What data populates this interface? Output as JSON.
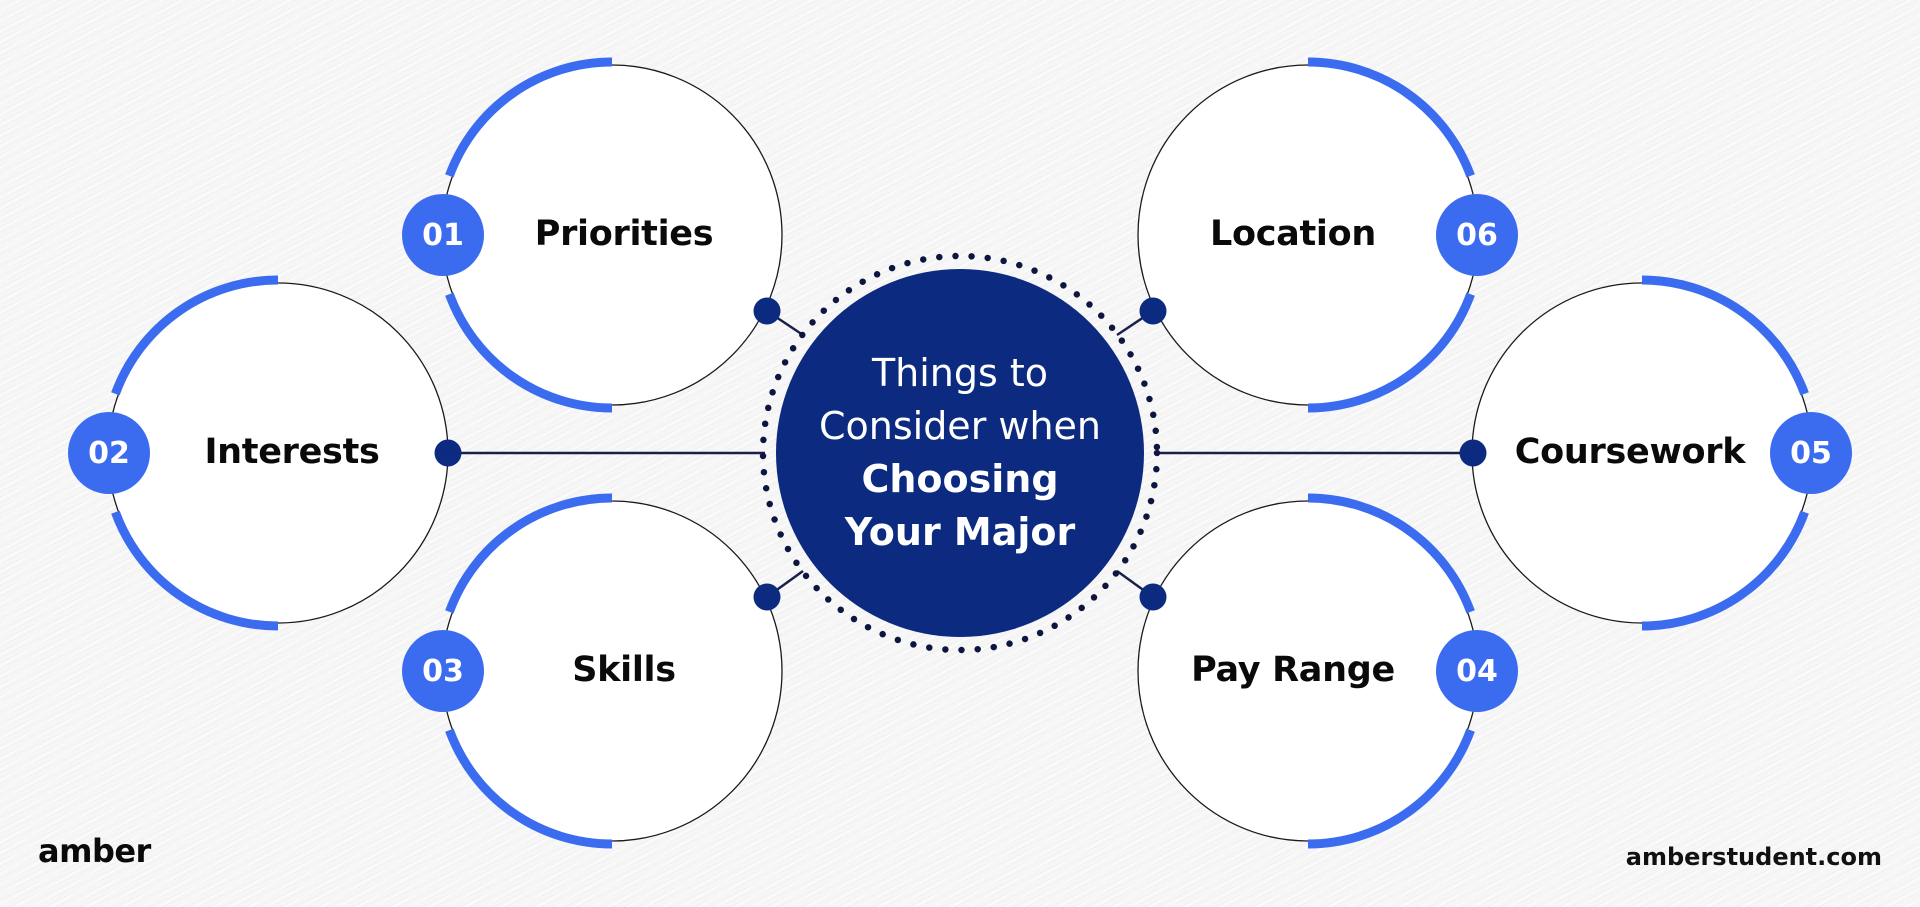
{
  "colors": {
    "accent_blue": "#3b6cf0",
    "navy": "#0b2a80",
    "connector": "#1a1f4a",
    "outline": "#1a1a1a",
    "label_text": "#0a0a0a",
    "background": "#f6f6f6"
  },
  "center": {
    "title_lines": [
      "Things to",
      "Consider when"
    ],
    "title_bold_lines": [
      "Choosing",
      "Your Major"
    ]
  },
  "nodes": [
    {
      "number": "01",
      "label": "Priorities",
      "side": "left"
    },
    {
      "number": "02",
      "label": "Interests",
      "side": "left"
    },
    {
      "number": "03",
      "label": "Skills",
      "side": "left"
    },
    {
      "number": "04",
      "label": "Pay Range",
      "side": "right"
    },
    {
      "number": "05",
      "label": "Coursework",
      "side": "right"
    },
    {
      "number": "06",
      "label": "Location",
      "side": "right"
    }
  ],
  "footer": {
    "logo": "amber",
    "url": "amberstudent.com"
  }
}
